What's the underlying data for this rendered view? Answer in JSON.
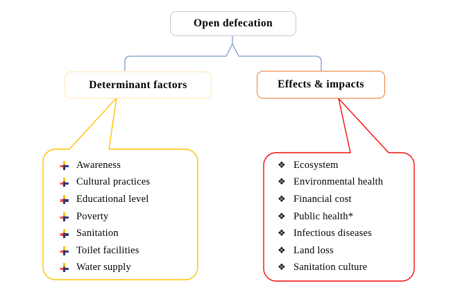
{
  "root": {
    "label": "Open defecation"
  },
  "branches": {
    "determinants": {
      "label": "Determinant factors",
      "items": [
        "Awareness",
        "Cultural practices",
        "Educational level",
        "Poverty",
        "Sanitation",
        "Toilet facilities",
        "Water supply"
      ]
    },
    "effects": {
      "label": "Effects & impacts",
      "items": [
        "Ecosystem",
        "Environmental health",
        "Financial cost",
        "Public health*",
        "Infectious diseases",
        "Land loss",
        "Sanitation culture"
      ]
    }
  },
  "icons": {
    "determinant_bullet": "colored-plus-bullet",
    "effects_bullet": "❖"
  },
  "colors": {
    "root_box_border": "#c9c9c9",
    "connector_blue": "#7e99cc",
    "determinant_box_border": "#ffe8a9",
    "effects_box_border": "#ed7d31",
    "determinant_bubble_border": "#ffc000",
    "effects_bubble_border": "#f40b0b",
    "text": "#000000"
  }
}
